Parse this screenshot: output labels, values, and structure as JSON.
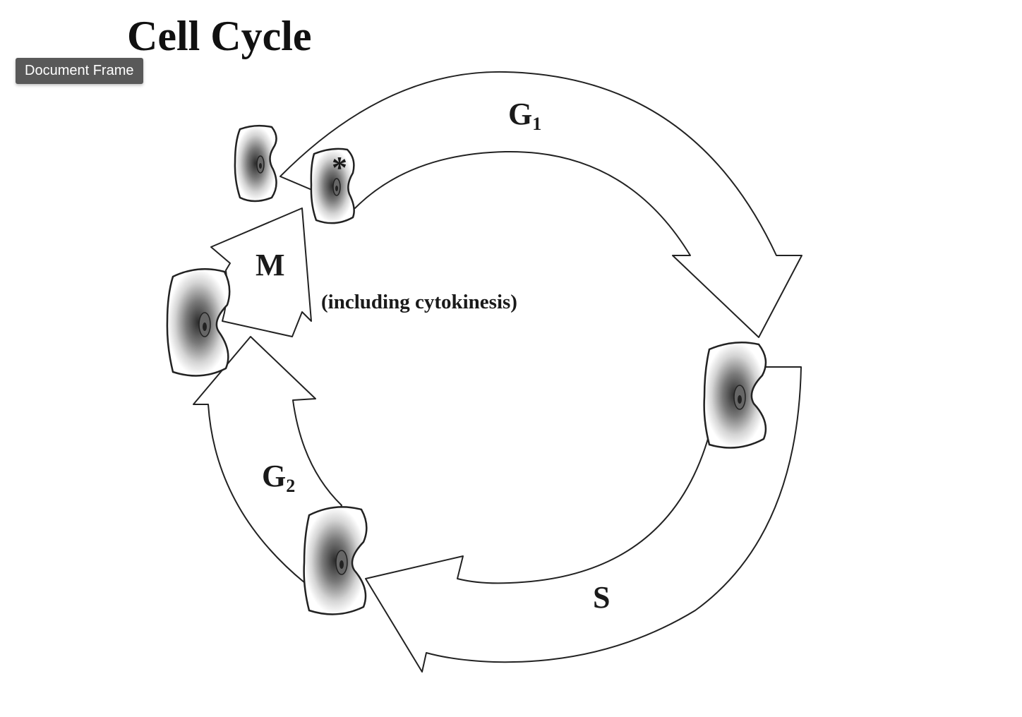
{
  "title": "Cell Cycle",
  "tooltip": "Document Frame",
  "phases": {
    "g1": {
      "letter": "G",
      "sub": "1"
    },
    "s": {
      "letter": "S"
    },
    "g2": {
      "letter": "G",
      "sub": "2"
    },
    "m": {
      "letter": "M"
    }
  },
  "m_note": "(including cytokinesis)",
  "asterisk": "*"
}
